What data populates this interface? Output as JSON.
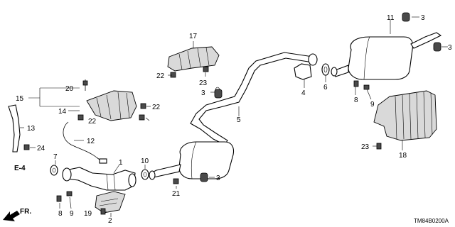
{
  "diagram": {
    "code": "TM84B0200A",
    "direction": "FR.",
    "section_ref": "E-4"
  },
  "callouts": {
    "c1": "1",
    "c2": "2",
    "c3a": "3",
    "c3b": "3",
    "c3c": "3",
    "c3d": "3",
    "c4": "4",
    "c5": "5",
    "c6": "6",
    "c7": "7",
    "c8a": "8",
    "c8b": "8",
    "c9a": "9",
    "c9b": "9",
    "c10": "10",
    "c11": "11",
    "c12": "12",
    "c13": "13",
    "c14": "14",
    "c15": "15",
    "c17": "17",
    "c18": "18",
    "c19": "19",
    "c20": "20",
    "c21": "21",
    "c22a": "22",
    "c22b": "22",
    "c22c": "22",
    "c23a": "23",
    "c23b": "23",
    "c24": "24"
  },
  "colors": {
    "line": "#000000",
    "fill": "#ffffff",
    "shade": "#d9d9d9"
  }
}
